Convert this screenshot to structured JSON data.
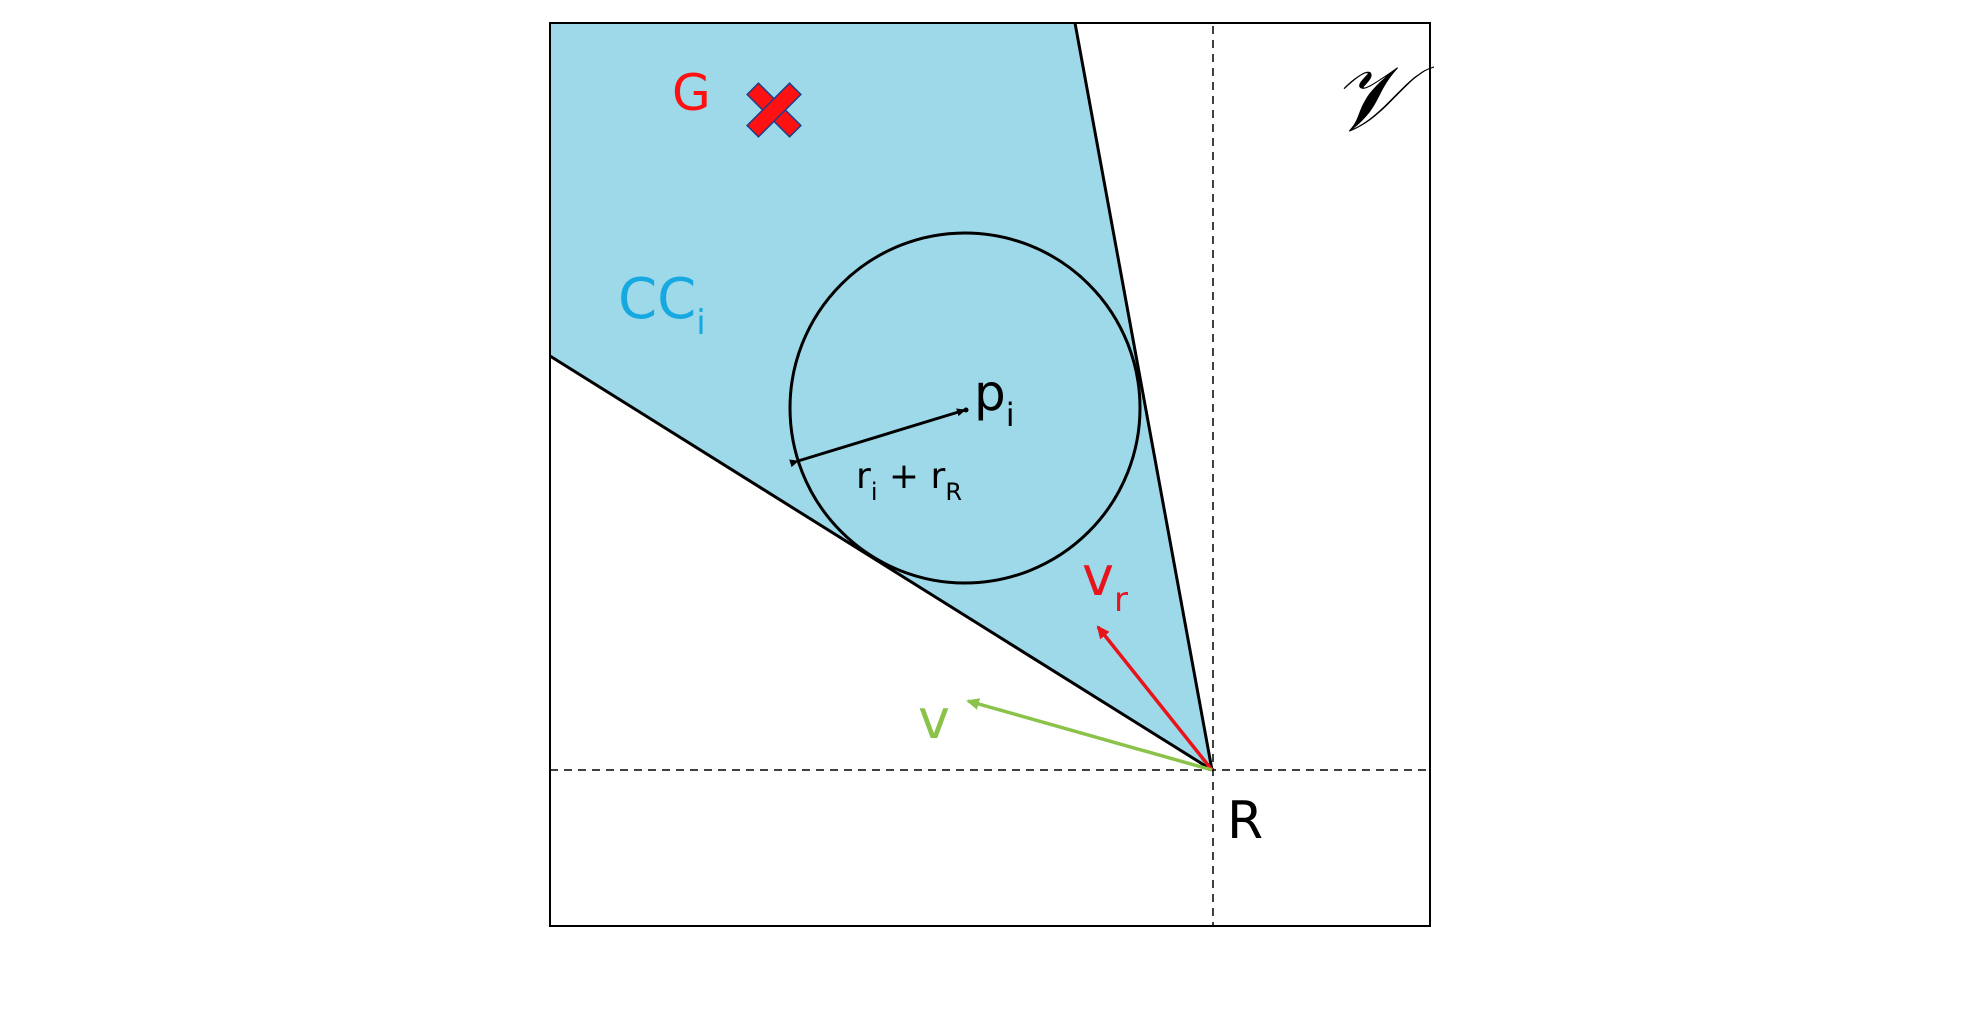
{
  "colors": {
    "cone_fill": "#9dd9e9",
    "goal": "#ff1111",
    "vr": "#e8131b",
    "v": "#8bc34a",
    "cc_label": "#16a8e0",
    "ink": "#000000"
  },
  "labels": {
    "space_symbol": "𝒱",
    "goal_label": "G",
    "cone_label": "CC",
    "cone_label_sub": "i",
    "center_label": "p",
    "center_label_sub": "i",
    "radius_label_r1": "r",
    "radius_label_sub1": "i",
    "radius_label_plus": " + r",
    "radius_label_sub2": "R",
    "vr_label": "v",
    "vr_label_sub": "r",
    "v_label": "v",
    "robot_label": "R"
  },
  "icons": {
    "goal_marker": "cross-icon"
  }
}
